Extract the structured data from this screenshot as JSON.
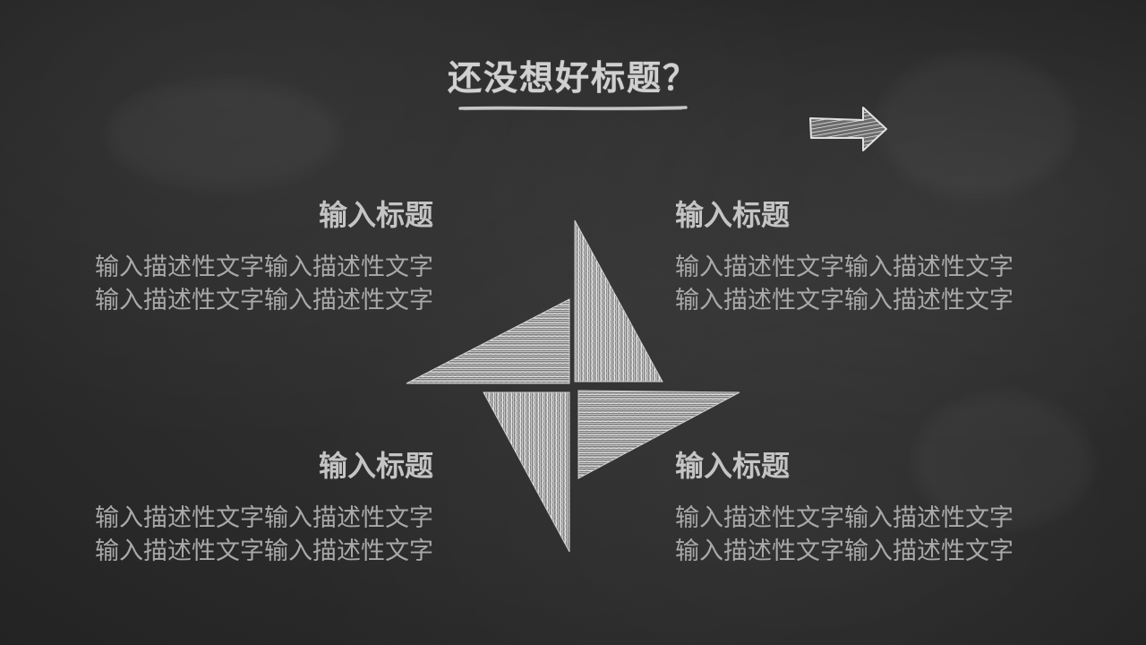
{
  "slide": {
    "title": "还没想好标题？",
    "blocks": [
      {
        "heading": "输入标题",
        "lines": [
          "输入描述性文字输入描述性文字",
          "输入描述性文字输入描述性文字"
        ]
      },
      {
        "heading": "输入标题",
        "lines": [
          "输入描述性文字输入描述性文字",
          "输入描述性文字输入描述性文字"
        ]
      },
      {
        "heading": "输入标题",
        "lines": [
          "输入描述性文字输入描述性文字",
          "输入描述性文字输入描述性文字"
        ]
      },
      {
        "heading": "输入标题",
        "lines": [
          "输入描述性文字输入描述性文字",
          "输入描述性文字输入描述性文字"
        ]
      }
    ]
  },
  "icons": {
    "arrow": "chalk-arrow-right-icon",
    "center": "chalk-pinwheel-star-icon"
  },
  "colors": {
    "background": "#2a2a2a",
    "chalk": "#d0d0d0",
    "chalk_dim": "#a9a9a9"
  }
}
